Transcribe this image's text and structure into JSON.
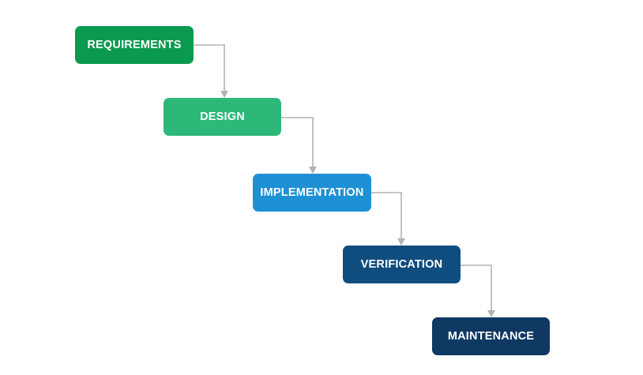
{
  "diagram": {
    "stages": [
      {
        "label": "REQUIREMENTS",
        "color": "#0a9a4f"
      },
      {
        "label": "DESIGN",
        "color": "#2db87a"
      },
      {
        "label": "IMPLEMENTATION",
        "color": "#1e90d6"
      },
      {
        "label": "VERIFICATION",
        "color": "#0f4d7e"
      },
      {
        "label": "MAINTENANCE",
        "color": "#0f3862"
      }
    ],
    "connector_color": "#b3b3b3"
  }
}
